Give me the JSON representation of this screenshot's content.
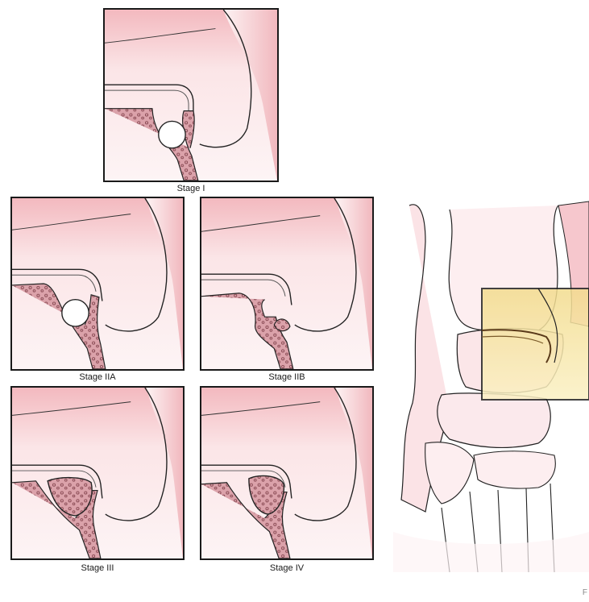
{
  "diagram": {
    "stages": [
      {
        "id": "stage-i",
        "label": "Stage I"
      },
      {
        "id": "stage-iia",
        "label": "Stage IIA"
      },
      {
        "id": "stage-iib",
        "label": "Stage IIB"
      },
      {
        "id": "stage-iii",
        "label": "Stage III"
      },
      {
        "id": "stage-iv",
        "label": "Stage IV"
      }
    ],
    "colors": {
      "skin_pink": "#f6cfd2",
      "bone_tint": "#fbe9ea",
      "lesion_fill": "#d9a0a8",
      "highlight_yellow": "#f6e9a6",
      "outline": "#1a1a1a"
    },
    "corner_mark": "F"
  }
}
